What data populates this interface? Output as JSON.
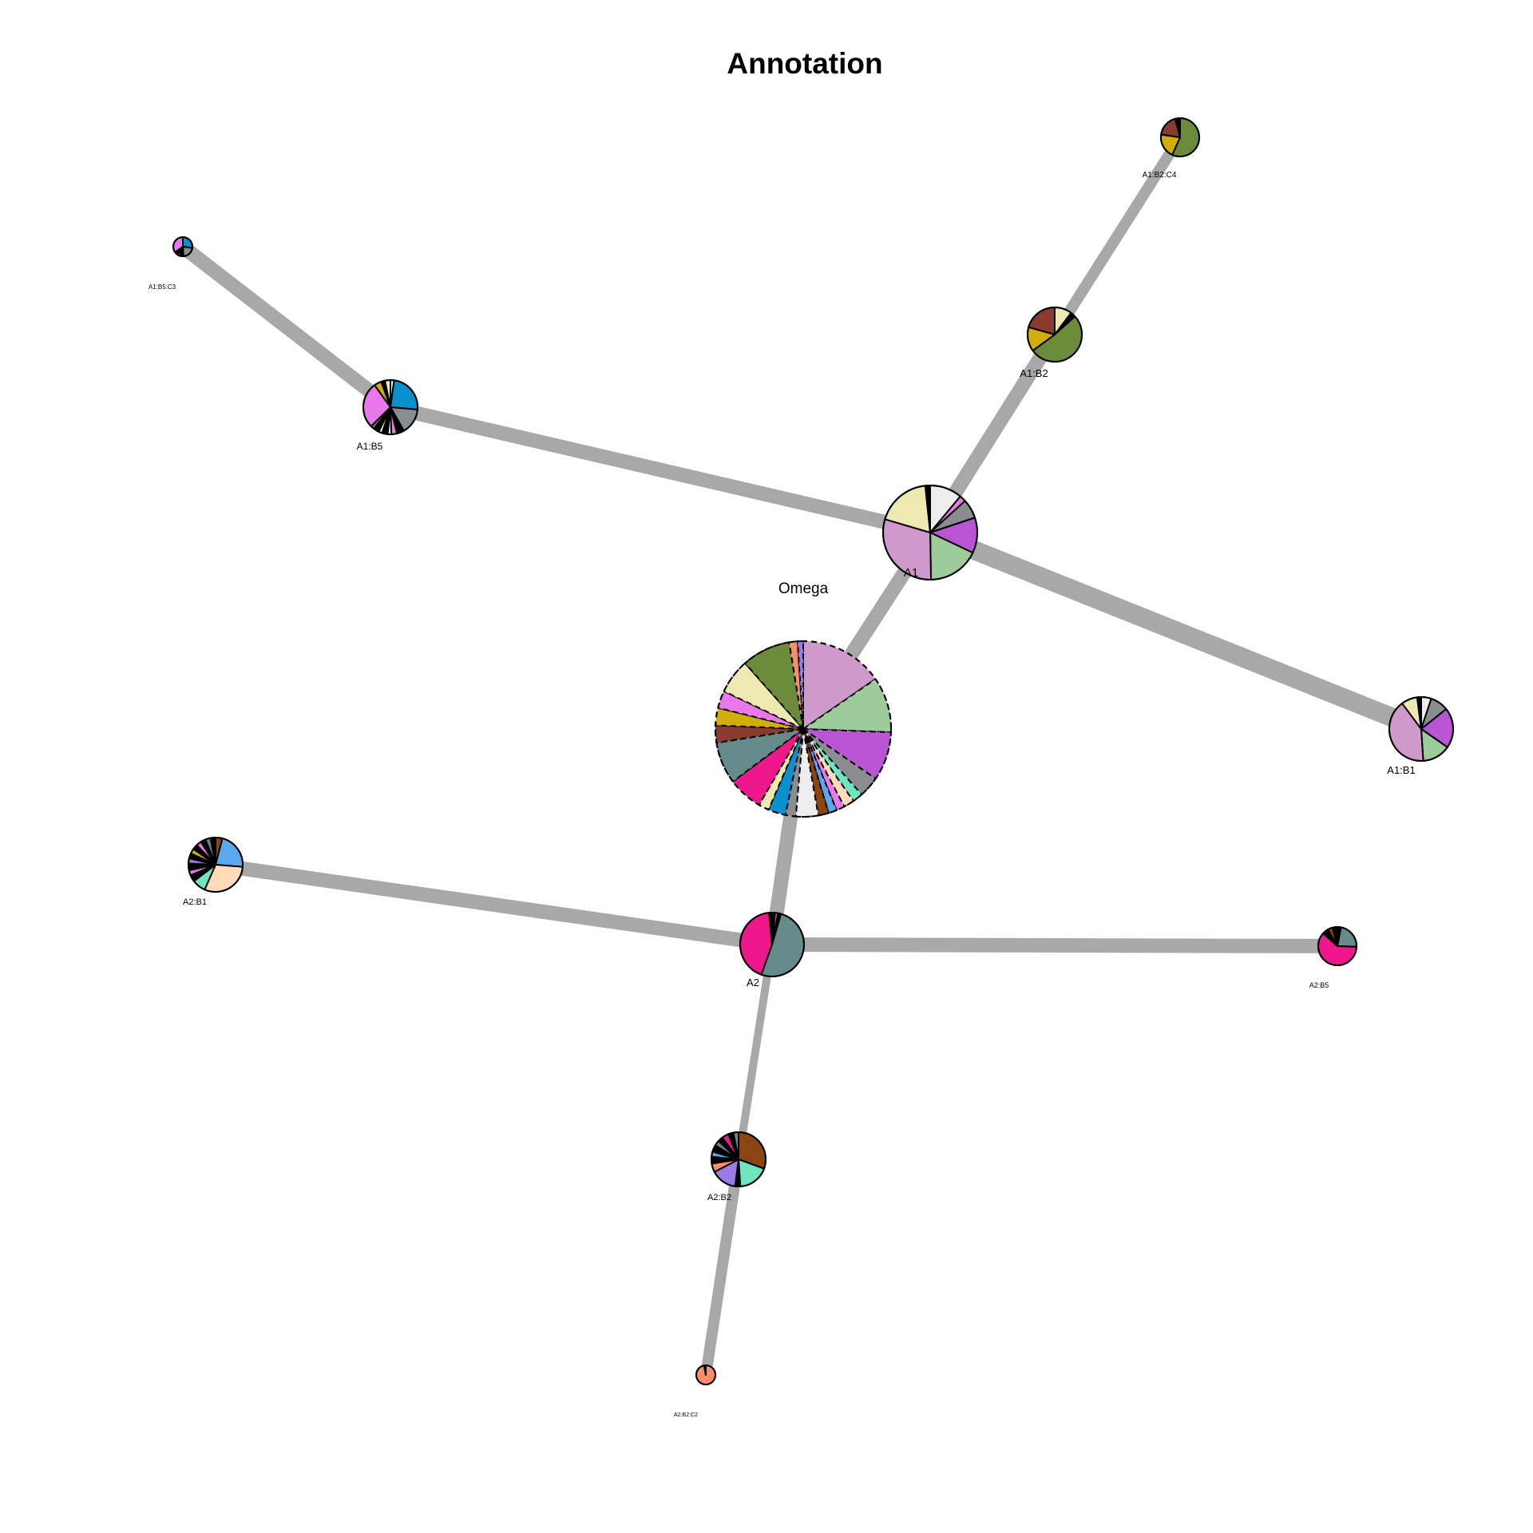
{
  "title": "Annotation",
  "palette": {
    "pink": "#cf99cc",
    "green": "#9ccc99",
    "purple": "#b955d4",
    "gray": "#8a8d8f",
    "lightgray": "#ededed",
    "cream": "#ede9b0",
    "olive": "#6b8b3a",
    "brown": "#8b3a2e",
    "gold": "#d1ae0c",
    "magenta": "#ee178c",
    "teal": "#668b8b",
    "blue": "#0a90cc",
    "violet": "#ea78ea",
    "lightblue": "#5ca8ee",
    "peach": "#ffdbb9",
    "salmon": "#ff8c69",
    "aqua": "#6ee6c2",
    "darkbrown": "#8b4513",
    "lavender": "#9b7be8",
    "black": "#000000",
    "edge": "#a8a8a8"
  },
  "nodes": [
    {
      "id": "root",
      "label": "Omega",
      "root": true,
      "size": 5,
      "slices": [
        [
          "pink",
          12
        ],
        [
          "green",
          8
        ],
        [
          "purple",
          7
        ],
        [
          "gray",
          3
        ],
        [
          "aqua",
          1.5
        ],
        [
          "peach",
          1.5
        ],
        [
          "violet",
          1.2
        ],
        [
          "lightblue",
          1.2
        ],
        [
          "darkbrown",
          1.5
        ],
        [
          "lightgray",
          3.2
        ],
        [
          "gray",
          1.5
        ],
        [
          "blue",
          2.5
        ],
        [
          "cream",
          1.5
        ],
        [
          "magenta",
          5
        ],
        [
          "teal",
          6
        ],
        [
          "brown",
          2.5
        ],
        [
          "gold",
          2.5
        ],
        [
          "violet",
          2.5
        ],
        [
          "cream",
          5
        ],
        [
          "olive",
          7
        ],
        [
          "salmon",
          1.2
        ],
        [
          "lavender",
          0.8
        ]
      ]
    },
    {
      "id": "A1",
      "label": "A1",
      "size": 4,
      "slices": [
        [
          "lightgray",
          10
        ],
        [
          "violet",
          2
        ],
        [
          "gray",
          6
        ],
        [
          "purple",
          11
        ],
        [
          "green",
          16
        ],
        [
          "pink",
          27
        ],
        [
          "cream",
          17
        ],
        [
          "black",
          1.5
        ]
      ]
    },
    {
      "id": "A2",
      "label": "A2",
      "size": 3,
      "slices": [
        [
          "black",
          1.5
        ],
        [
          "lavender",
          1.5
        ],
        [
          "black",
          1.5
        ],
        [
          "teal",
          51
        ],
        [
          "magenta",
          43
        ],
        [
          "black",
          1.5
        ]
      ]
    },
    {
      "id": "A1:B1",
      "label": "A1:B1",
      "size": 3,
      "slices": [
        [
          "lightgray",
          5
        ],
        [
          "gray",
          9
        ],
        [
          "purple",
          20
        ],
        [
          "green",
          14
        ],
        [
          "pink",
          40
        ],
        [
          "cream",
          8
        ],
        [
          "black",
          2
        ]
      ]
    },
    {
      "id": "A1:B2",
      "label": "A1:B2",
      "size": 2,
      "slices": [
        [
          "cream",
          10
        ],
        [
          "black",
          3
        ],
        [
          "olive",
          50
        ],
        [
          "gold",
          14
        ],
        [
          "brown",
          20
        ]
      ]
    },
    {
      "id": "A1:B5",
      "label": "A1:B5",
      "size": 2,
      "slices": [
        [
          "lightgray",
          2
        ],
        [
          "blue",
          22
        ],
        [
          "gray",
          14
        ],
        [
          "black",
          4
        ],
        [
          "violet",
          3
        ],
        [
          "lightgray",
          2
        ],
        [
          "black",
          3
        ],
        [
          "cream",
          2
        ],
        [
          "black",
          3
        ],
        [
          "olive",
          2
        ],
        [
          "violet",
          25
        ],
        [
          "gold",
          4
        ],
        [
          "black",
          2
        ],
        [
          "cream",
          3
        ]
      ]
    },
    {
      "id": "A2:B1",
      "label": "A2:B1",
      "size": 2,
      "slices": [
        [
          "darkbrown",
          4
        ],
        [
          "lightblue",
          22
        ],
        [
          "peach",
          30
        ],
        [
          "aqua",
          8
        ],
        [
          "black",
          4
        ],
        [
          "violet",
          3
        ],
        [
          "black",
          4
        ],
        [
          "lavender",
          3
        ],
        [
          "black",
          3
        ],
        [
          "gold",
          3
        ],
        [
          "black",
          3
        ],
        [
          "violet",
          3
        ],
        [
          "black",
          3
        ],
        [
          "teal",
          3
        ],
        [
          "black",
          3
        ]
      ]
    },
    {
      "id": "A2:B2",
      "label": "A2:B2",
      "size": 2,
      "slices": [
        [
          "darkbrown",
          30
        ],
        [
          "aqua",
          18
        ],
        [
          "black",
          3
        ],
        [
          "lavender",
          15
        ],
        [
          "salmon",
          5
        ],
        [
          "black",
          4
        ],
        [
          "lightblue",
          3
        ],
        [
          "black",
          4
        ],
        [
          "teal",
          3
        ],
        [
          "black",
          3
        ],
        [
          "magenta",
          4
        ],
        [
          "black",
          3
        ],
        [
          "teal",
          3
        ]
      ]
    },
    {
      "id": "A2:B5",
      "label": "A2:B5",
      "size": 1,
      "slices": [
        [
          "black",
          3
        ],
        [
          "teal",
          22
        ],
        [
          "magenta",
          60
        ],
        [
          "black",
          5
        ],
        [
          "darkbrown",
          4
        ],
        [
          "black",
          4
        ]
      ]
    },
    {
      "id": "A1:B2:C4",
      "label": "A1:B2:C4",
      "size": 1,
      "slices": [
        [
          "olive",
          55
        ],
        [
          "gold",
          20
        ],
        [
          "brown",
          18
        ],
        [
          "black",
          4
        ]
      ]
    },
    {
      "id": "A1:B5:C3",
      "label": "A1:B5:C3",
      "size": 0,
      "slices": [
        [
          "blue",
          25
        ],
        [
          "gray",
          20
        ],
        [
          "black",
          6
        ],
        [
          "olive",
          4
        ],
        [
          "black",
          5
        ],
        [
          "violet",
          32
        ]
      ]
    },
    {
      "id": "A2:B2:C2",
      "label": "A2:B2:C2",
      "size": 0,
      "slices": [
        [
          "salmon",
          97
        ],
        [
          "black",
          3
        ]
      ]
    }
  ],
  "edges": [
    {
      "from": "root",
      "to": "A1",
      "weight": 3
    },
    {
      "from": "root",
      "to": "A2",
      "weight": 3
    },
    {
      "from": "A1",
      "to": "A1:B1",
      "weight": 4
    },
    {
      "from": "A1",
      "to": "A1:B2",
      "weight": 3
    },
    {
      "from": "A1",
      "to": "A1:B5",
      "weight": 3
    },
    {
      "from": "A1:B2",
      "to": "A1:B2:C4",
      "weight": 2
    },
    {
      "from": "A1:B5",
      "to": "A1:B5:C3",
      "weight": 3
    },
    {
      "from": "A2",
      "to": "A2:B1",
      "weight": 3
    },
    {
      "from": "A2",
      "to": "A2:B5",
      "weight": 3
    },
    {
      "from": "A2",
      "to": "A2:B2",
      "weight": 1
    },
    {
      "from": "A2:B2",
      "to": "A2:B2:C2",
      "weight": 2
    }
  ]
}
